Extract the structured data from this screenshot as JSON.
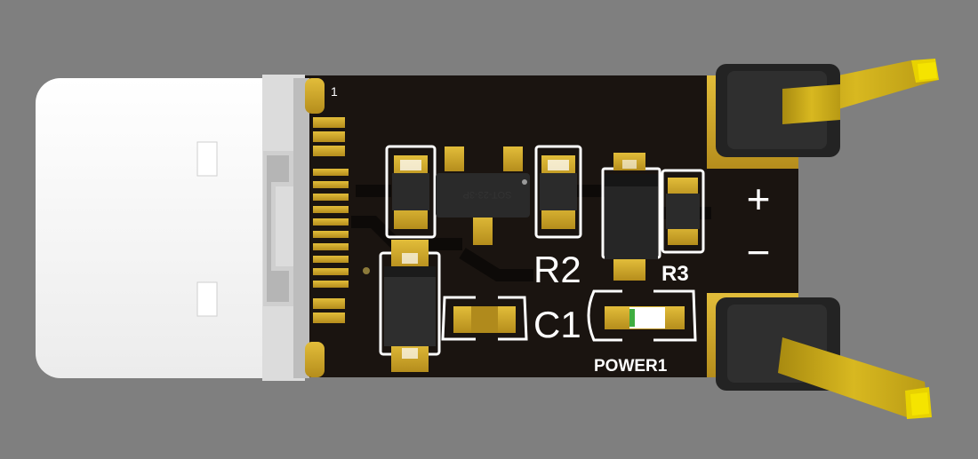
{
  "board": {
    "pin1_label": "1",
    "designators": {
      "r2": "R2",
      "r3": "R3",
      "c1": "C1",
      "power1": "POWER1"
    },
    "regulator_marking": "SOT-23-3P",
    "terminal_plus": "+",
    "terminal_minus": "−"
  },
  "colors": {
    "background": "#7f7f7f",
    "pcb": "#1a1410",
    "copper_gold": "#c9a227",
    "pin_gold": "#d4b11a",
    "silkscreen": "#ffffff",
    "connector_white": "#f4f4f4",
    "component_body": "#2a2a2a",
    "header_black": "#232323"
  }
}
